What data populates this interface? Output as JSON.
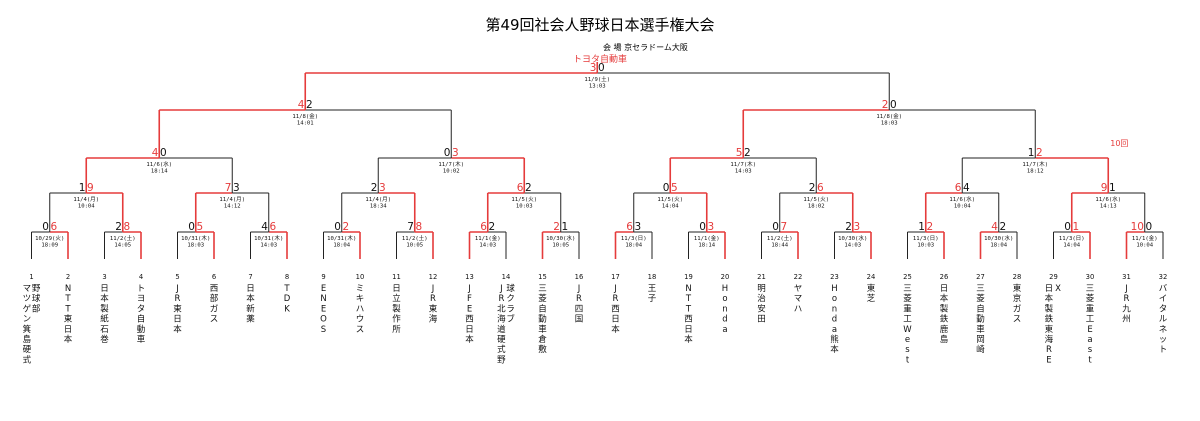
{
  "title": "第49回社会人野球日本選手権大会",
  "venue": "会 場 京セラドーム大阪",
  "champion": "トヨタ自動車",
  "teams": [
    [
      "野球部",
      "マツゲン箕島硬式"
    ],
    [
      "NTT東日本"
    ],
    [
      "日本製紙石巻"
    ],
    [
      "トヨタ自動車"
    ],
    [
      "JR東日本"
    ],
    [
      "西部ガス"
    ],
    [
      "日本新薬"
    ],
    [
      "TDK"
    ],
    [
      "ENEOS"
    ],
    [
      "ミキハウス"
    ],
    [
      "日立製作所"
    ],
    [
      "JR東海"
    ],
    [
      "JFE西日本"
    ],
    [
      "球クラブ",
      "JR北海道硬式野"
    ],
    [
      "三菱自動車倉敷"
    ],
    [
      "JR四国"
    ],
    [
      "JR西日本"
    ],
    [
      "王子"
    ],
    [
      "NTT西日本"
    ],
    [
      "Honda"
    ],
    [
      "明治安田"
    ],
    [
      "ヤマハ"
    ],
    [
      "Honda熊本"
    ],
    [
      "東芝"
    ],
    [
      "三菱重工West"
    ],
    [
      "日本製鉄鹿島"
    ],
    [
      "三菱自動車岡崎"
    ],
    [
      "東京ガス"
    ],
    [
      "X",
      "日本製鉄東海RE"
    ],
    [
      "三菱重工East"
    ],
    [
      "JR九州"
    ],
    [
      "バイタルネット"
    ]
  ],
  "rounds": [
    [
      {
        "date": "10/29(火)",
        "time": "18:09",
        "scores": [
          "0",
          "6"
        ],
        "winner": 1
      },
      {
        "date": "11/2(土)",
        "time": "14:05",
        "scores": [
          "2",
          "8"
        ],
        "winner": 1
      },
      {
        "date": "10/31(木)",
        "time": "18:03",
        "scores": [
          "0",
          "5"
        ],
        "winner": 1
      },
      {
        "date": "10/31(木)",
        "time": "14:03",
        "scores": [
          "4",
          "6"
        ],
        "winner": 1
      },
      {
        "date": "10/31(木)",
        "time": "18:04",
        "scores": [
          "0",
          "2"
        ],
        "winner": 1
      },
      {
        "date": "11/2(土)",
        "time": "10:05",
        "scores": [
          "7",
          "8"
        ],
        "winner": 1
      },
      {
        "date": "11/1(金)",
        "time": "14:03",
        "scores": [
          "6",
          "2"
        ],
        "winner": 0
      },
      {
        "date": "10/30(水)",
        "time": "10:05",
        "scores": [
          "2",
          "1"
        ],
        "winner": 0
      },
      {
        "date": "11/3(日)",
        "time": "18:04",
        "scores": [
          "6",
          "3"
        ],
        "winner": 0
      },
      {
        "date": "11/1(金)",
        "time": "18:14",
        "scores": [
          "0",
          "3"
        ],
        "winner": 1
      },
      {
        "date": "11/2(土)",
        "time": "18:44",
        "scores": [
          "0",
          "7"
        ],
        "winner": 1
      },
      {
        "date": "10/30(水)",
        "time": "14:03",
        "scores": [
          "2",
          "3"
        ],
        "winner": 1
      },
      {
        "date": "11/3(日)",
        "time": "10:03",
        "scores": [
          "1",
          "2"
        ],
        "winner": 1
      },
      {
        "date": "10/30(水)",
        "time": "18:04",
        "scores": [
          "4",
          "2"
        ],
        "winner": 0
      },
      {
        "date": "11/3(日)",
        "time": "14:04",
        "scores": [
          "0",
          "1"
        ],
        "winner": 1
      },
      {
        "date": "11/1(金)",
        "time": "10:04",
        "scores": [
          "10",
          "0"
        ],
        "winner": 0
      }
    ],
    [
      {
        "date": "11/4(月)",
        "time": "10:04",
        "scores": [
          "1",
          "9"
        ],
        "winner": 1
      },
      {
        "date": "11/4(月)",
        "time": "14:12",
        "scores": [
          "7",
          "3"
        ],
        "winner": 0
      },
      {
        "date": "11/4(月)",
        "time": "18:34",
        "scores": [
          "2",
          "3"
        ],
        "winner": 1
      },
      {
        "date": "11/5(火)",
        "time": "10:03",
        "scores": [
          "6",
          "2"
        ],
        "winner": 0
      },
      {
        "date": "11/5(火)",
        "time": "14:04",
        "scores": [
          "0",
          "5"
        ],
        "winner": 1
      },
      {
        "date": "11/5(火)",
        "time": "18:02",
        "scores": [
          "2",
          "6"
        ],
        "winner": 1
      },
      {
        "date": "11/6(水)",
        "time": "10:04",
        "scores": [
          "6",
          "4"
        ],
        "winner": 0
      },
      {
        "date": "11/6(水)",
        "time": "14:13",
        "scores": [
          "9",
          "1"
        ],
        "winner": 0
      }
    ],
    [
      {
        "date": "11/6(水)",
        "time": "18:14",
        "scores": [
          "4",
          "0"
        ],
        "winner": 0
      },
      {
        "date": "11/7(木)",
        "time": "10:02",
        "scores": [
          "0",
          "3"
        ],
        "winner": 1
      },
      {
        "date": "11/7(木)",
        "time": "14:03",
        "scores": [
          "5",
          "2"
        ],
        "winner": 0
      },
      {
        "date": "11/7(木)",
        "time": "18:12",
        "scores": [
          "1",
          "2"
        ],
        "winner": 1,
        "note": "10回"
      }
    ],
    [
      {
        "date": "11/8(金)",
        "time": "14:01",
        "scores": [
          "4",
          "2"
        ],
        "winner": 0
      },
      {
        "date": "11/8(金)",
        "time": "18:03",
        "scores": [
          "2",
          "0"
        ],
        "winner": 0
      }
    ],
    [
      {
        "date": "11/9(土)",
        "time": "13:03",
        "scores": [
          "3",
          "0"
        ],
        "winner": 0
      }
    ]
  ]
}
